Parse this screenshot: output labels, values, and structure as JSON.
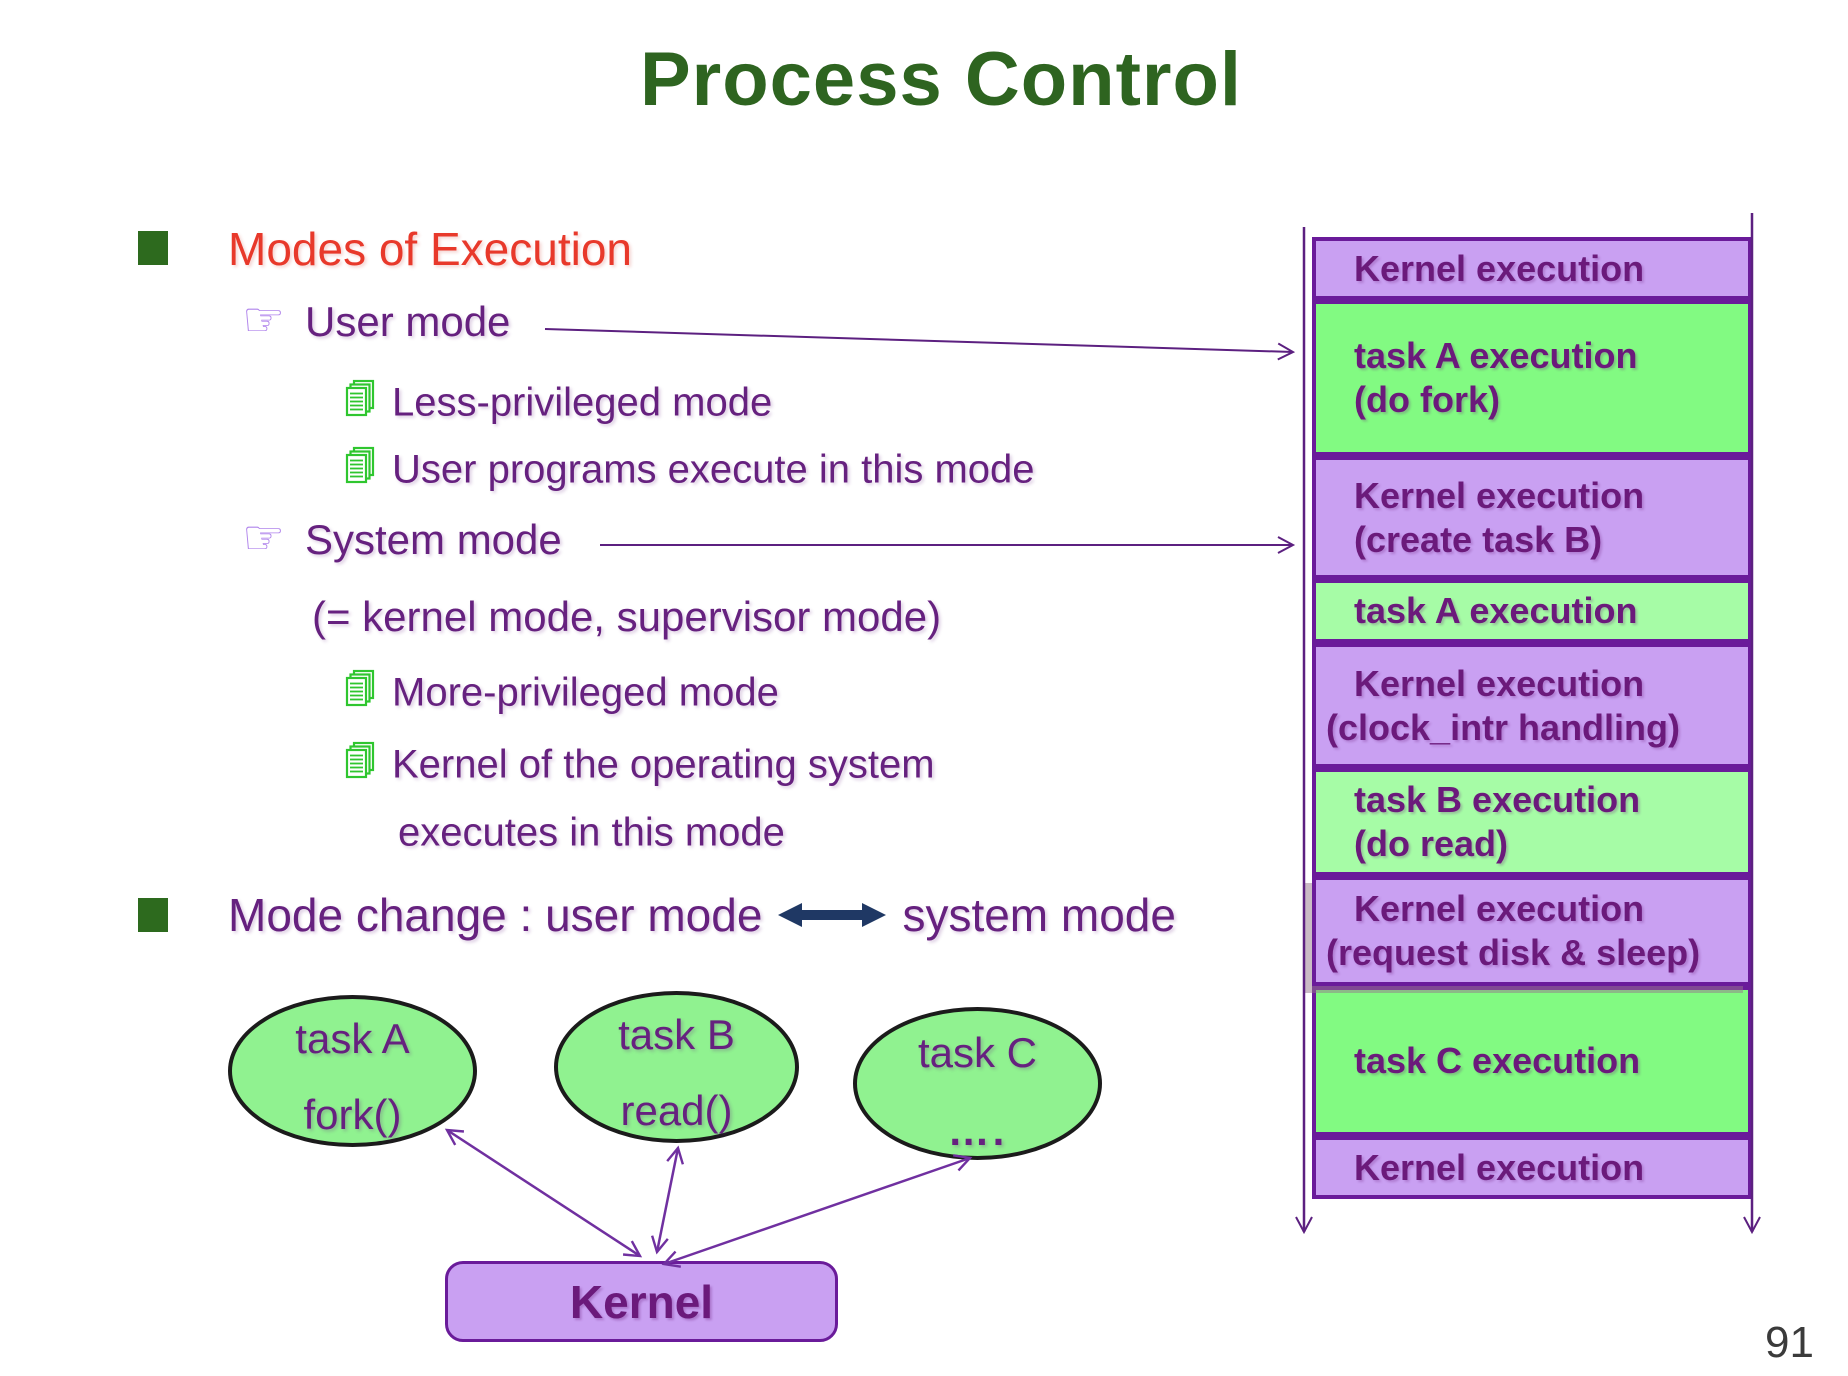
{
  "page": {
    "title": "Process Control",
    "number": "91"
  },
  "colors": {
    "title_green": "#2E6420",
    "heading_red": "#E8392B",
    "body_purple": "#66217F",
    "block_text_purple": "#6B1A7B",
    "block_border_purple": "#6A1B9A",
    "lavender_fill": "#C9A0F2",
    "bright_green_fill": "#82FA82",
    "light_green_fill": "#A6FCA6",
    "ellipse_green_fill": "#90F290",
    "bullet_square_green": "#2D6A1E",
    "hand_icon_violet": "#B185EC",
    "doc_icon_green": "#2FC62F",
    "mode_arrow_navy": "#1F3864",
    "connector_purple": "#5C2080"
  },
  "icons": {
    "pointer_hand": "☞",
    "document_stack": "doc-stack-icon"
  },
  "bullets": {
    "modes_heading": "Modes of Execution",
    "user_mode": "User mode",
    "less_privileged": "Less-privileged mode",
    "user_programs": "User programs execute in this mode",
    "system_mode": "System mode",
    "kernel_mode_note": "(= kernel mode, supervisor mode)",
    "more_privileged": "More-privileged mode",
    "kernel_os_line1": "Kernel of the operating system",
    "kernel_os_line2": "executes in this mode",
    "mode_change_pre": "Mode change : user mode",
    "mode_change_post": "system mode"
  },
  "timeline": {
    "blocks": [
      {
        "line1": "Kernel execution"
      },
      {
        "line1": "task A execution",
        "line2": "(do fork)"
      },
      {
        "line1": "Kernel execution",
        "line2": "(create task B)"
      },
      {
        "line1": "task A execution"
      },
      {
        "line1": "Kernel execution",
        "line2": "(clock_intr handling)"
      },
      {
        "line1": "task B execution",
        "line2": "(do read)"
      },
      {
        "line1": "Kernel execution",
        "line2": "(request disk & sleep)"
      },
      {
        "line1": "task C execution"
      },
      {
        "line1": "Kernel execution"
      }
    ]
  },
  "diagram": {
    "ellipses": [
      {
        "line1": "task A",
        "line2": "fork()"
      },
      {
        "line1": "task B",
        "line2": "read()"
      },
      {
        "line1": "task C",
        "line2": "…."
      }
    ],
    "kernel_label": "Kernel"
  }
}
